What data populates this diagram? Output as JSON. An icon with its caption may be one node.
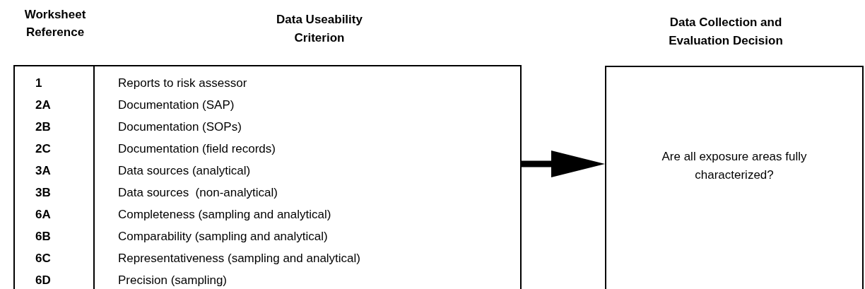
{
  "diagram": {
    "nodes": [
      {
        "text": [
          "Data Useability Criterion"
        ]
      },
      {
        "text": [
          "Data Collection and Evaluation Decision",
          "Are all exposure areas fully characterized?"
        ]
      }
    ],
    "edges": [
      {
        "from": 0,
        "to": 1,
        "arrow": "to"
      }
    ],
    "labels": [
      "Worksheet Reference",
      "1",
      "Reports to risk assessor",
      "2A",
      "Documentation (SAP)",
      "2B",
      "Documentation (SOPs)",
      "2C",
      "Documentation (field records)",
      "3A",
      "Data sources (analytical)",
      "3B",
      "Data sources  (non-analytical)",
      "6A",
      "Completeness (sampling and analytical)",
      "6B",
      "Comparability (sampling and analytical)",
      "6C",
      "Representativeness (sampling and analytical)",
      "6D",
      "Precision (sampling)"
    ]
  }
}
